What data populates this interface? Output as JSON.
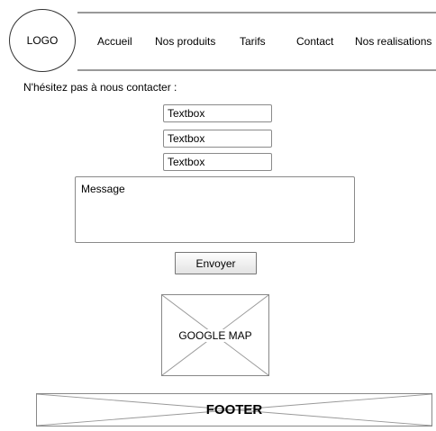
{
  "header": {
    "logo_text": "LOGO",
    "nav": [
      "Accueil",
      "Nos produits",
      "Tarifs",
      "Contact",
      "Nos realisations"
    ]
  },
  "contact": {
    "intro": "N'hésitez pas à nous contacter :",
    "fields": [
      "Textbox",
      "Textbox",
      "Textbox"
    ],
    "message": "Message",
    "submit_label": "Envoyer"
  },
  "map": {
    "label": "GOOGLE MAP"
  },
  "footer": {
    "label": "FOOTER"
  }
}
